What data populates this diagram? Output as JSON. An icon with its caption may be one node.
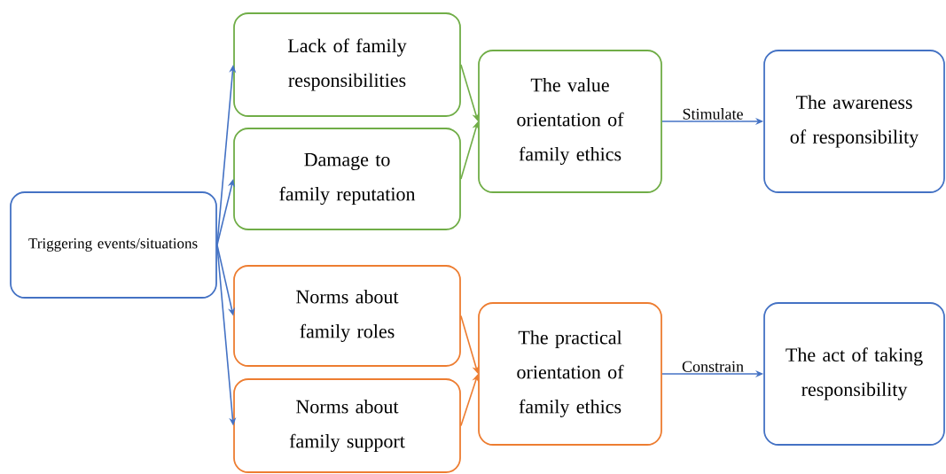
{
  "diagram": {
    "nodes": [
      {
        "text": [
          "Triggering events/situations"
        ]
      },
      {
        "text": [
          "Lack of family responsibilities"
        ]
      },
      {
        "text": [
          "Damage to family reputation"
        ]
      },
      {
        "text": [
          "Norms about family roles"
        ]
      },
      {
        "text": [
          "Norms about family support"
        ]
      },
      {
        "text": [
          "The value orientation of family ethics"
        ]
      },
      {
        "text": [
          "The practical orientation of family ethics"
        ]
      },
      {
        "text": [
          "The awareness of responsibility"
        ]
      },
      {
        "text": [
          "The act of taking responsibility"
        ]
      }
    ],
    "edges": [
      {
        "from": 0,
        "to": 1,
        "arrow": "to"
      },
      {
        "from": 0,
        "to": 2,
        "arrow": "to"
      },
      {
        "from": 0,
        "to": 3,
        "arrow": "to"
      },
      {
        "from": 0,
        "to": 4,
        "arrow": "to"
      },
      {
        "from": 1,
        "to": 5,
        "arrow": "to",
        "color": "#70ad47"
      },
      {
        "from": 2,
        "to": 5,
        "arrow": "to",
        "color": "#70ad47"
      },
      {
        "from": 3,
        "to": 6,
        "arrow": "to",
        "color": "#ed7d31"
      },
      {
        "from": 4,
        "to": 6,
        "arrow": "to",
        "color": "#ed7d31"
      },
      {
        "from": 5,
        "to": 7,
        "arrow": "to",
        "label": "Stimulate"
      },
      {
        "from": 6,
        "to": 8,
        "arrow": "to",
        "label": "Constrain"
      }
    ]
  }
}
